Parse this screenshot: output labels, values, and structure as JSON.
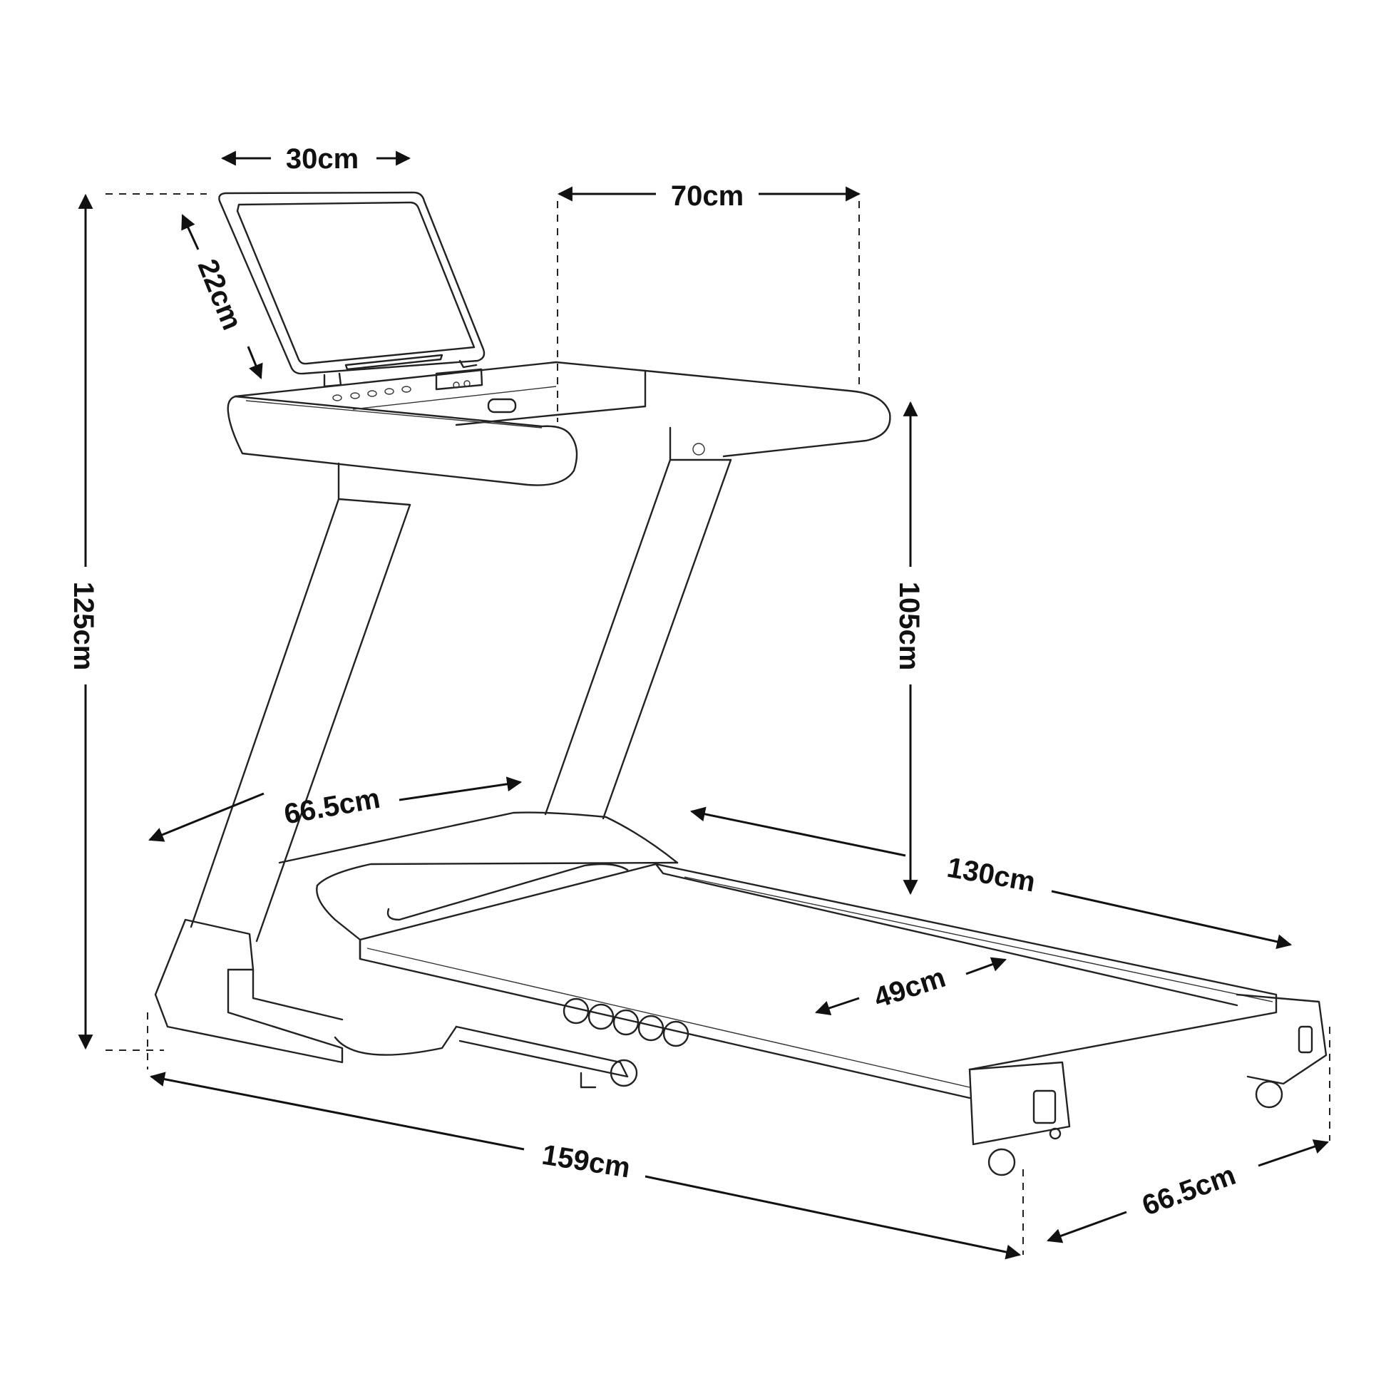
{
  "diagram": {
    "subject": "Treadmill dimensions",
    "unit": "cm",
    "dimensions": {
      "screen_width": "30cm",
      "screen_height": "22cm",
      "console_depth": "70cm",
      "total_height": "125cm",
      "handrail_height": "105cm",
      "handrail_width": "66.5cm",
      "running_length": "130cm",
      "belt_width": "49cm",
      "total_length": "159cm",
      "total_width": "66.5cm"
    }
  }
}
